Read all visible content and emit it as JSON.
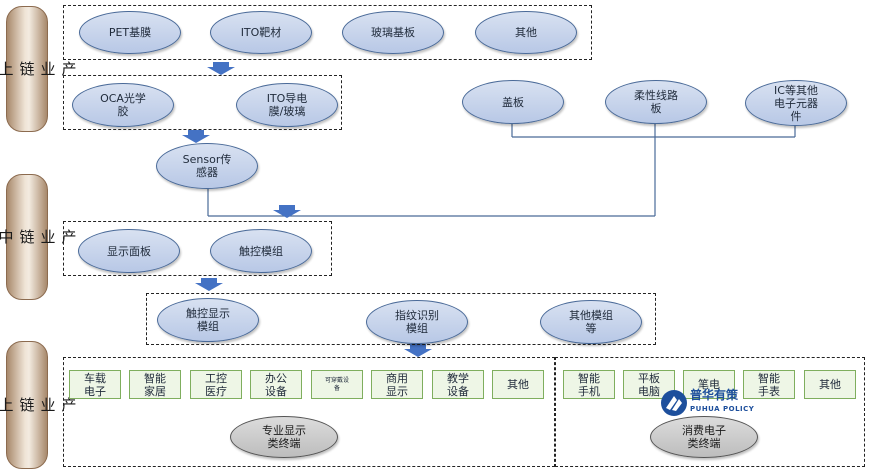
{
  "stages": {
    "upstream_top": "产\n业\n链\n上\n游",
    "midstream": "产\n业\n链\n中\n游",
    "upstream_bottom": "产\n业\n链\n上\n游"
  },
  "raw_materials": [
    "PET基膜",
    "ITO靶材",
    "玻璃基板",
    "其他"
  ],
  "films": [
    "OCA光学\n胶",
    "ITO导电\n膜/玻璃"
  ],
  "components": [
    "盖板",
    "柔性线路\n板",
    "IC等其他\n电子元器\n件"
  ],
  "sensor": "Sensor传\n感器",
  "midstream_items": [
    "显示面板",
    "触控模组"
  ],
  "modules": [
    "触控显示\n模组",
    "指纹识别\n模组",
    "其他模组\n等"
  ],
  "pro_display": {
    "items": [
      "车载\n电子",
      "智能\n家居",
      "工控\n医疗",
      "办公\n设备",
      "可穿戴设\n备",
      "商用\n显示",
      "教学\n设备",
      "其他"
    ],
    "category": "专业显示\n类终端"
  },
  "consumer": {
    "items": [
      "智能\n手机",
      "平板\n电脑",
      "笔电",
      "智能\n手表",
      "其他"
    ],
    "category": "消费电子\n类终端"
  },
  "logo": {
    "name": "普华有策",
    "en": "PUHUA POLICY",
    "color": "#1d4f9c"
  },
  "colors": {
    "oval_fill": "#c6d3ec",
    "oval_border": "#4a6a98",
    "arrow": "#4472c4",
    "green_border": "#7fae5e",
    "line": "#4a6a98"
  }
}
